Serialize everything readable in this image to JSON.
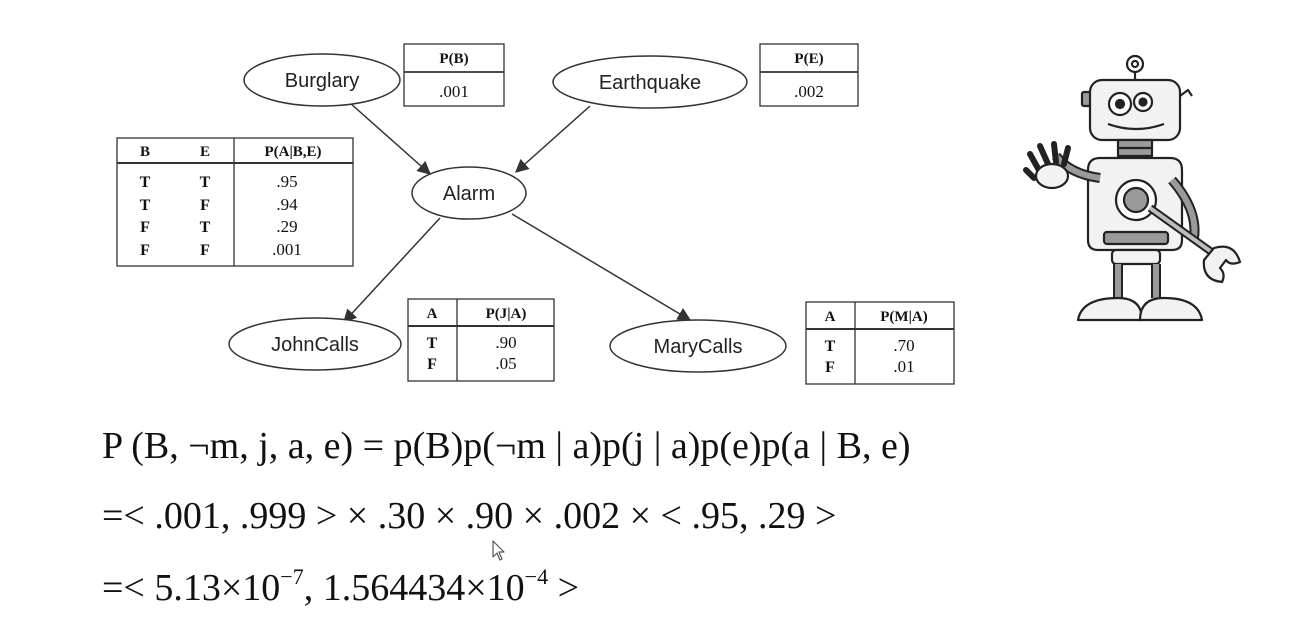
{
  "nodes": {
    "burglary": "Burglary",
    "earthquake": "Earthquake",
    "alarm": "Alarm",
    "johncalls": "JohnCalls",
    "marycalls": "MaryCalls"
  },
  "cpt_b": {
    "header": "P(B)",
    "value": ".001"
  },
  "cpt_e": {
    "header": "P(E)",
    "value": ".002"
  },
  "cpt_a": {
    "headers": [
      "B",
      "E",
      "P(A|B,E)"
    ],
    "rows": [
      [
        "T",
        "T",
        ".95"
      ],
      [
        "T",
        "F",
        ".94"
      ],
      [
        "F",
        "T",
        ".29"
      ],
      [
        "F",
        "F",
        ".001"
      ]
    ]
  },
  "cpt_j": {
    "headers": [
      "A",
      "P(J|A)"
    ],
    "rows": [
      [
        "T",
        ".90"
      ],
      [
        "F",
        ".05"
      ]
    ]
  },
  "cpt_m": {
    "headers": [
      "A",
      "P(M|A)"
    ],
    "rows": [
      [
        "T",
        ".70"
      ],
      [
        "F",
        ".01"
      ]
    ]
  },
  "formula": {
    "line1": "P (B, ¬m, j, a, e) = p(B)p(¬m | a)p(j | a)p(e)p(a | B, e)",
    "line2": "=< .001, .999 > × .30 × .90 × .002 × < .95, .29 >",
    "line3_a": "=< 5.13×10",
    "line3_exp1": "−7",
    "line3_b": ", 1.564434×10",
    "line3_exp2": "−4",
    "line3_c": " >"
  },
  "colors": {
    "line": "#333333",
    "robot_body": "#f2f2f2",
    "robot_shade": "#9a9a9a"
  }
}
